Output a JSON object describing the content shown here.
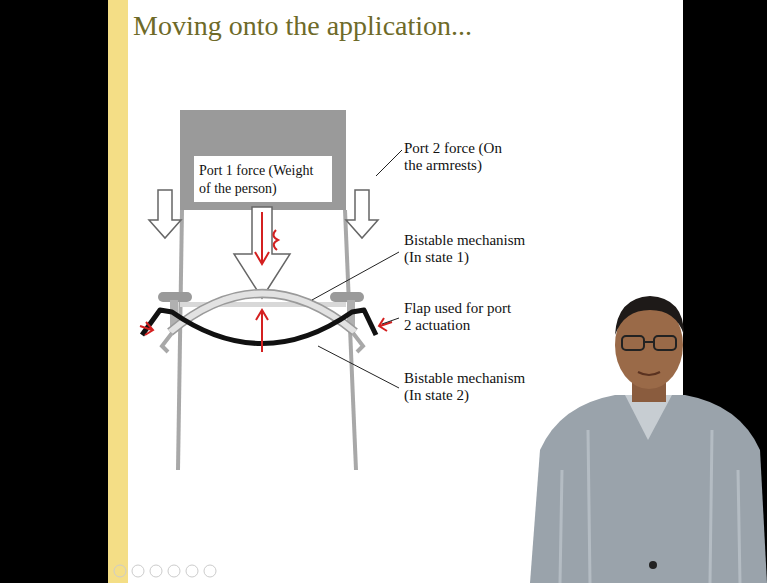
{
  "diagram": {
    "title": "Moving onto the application...",
    "nodes": [
      {
        "text": [
          "Port 1 force (Weight of the person)"
        ]
      }
    ],
    "labels": [
      "Port 2 force (On the armrests)",
      "Bistable mechanism (In state 1)",
      "Flap used for port 2 actuation",
      "Bistable mechanism (In state 2)"
    ]
  }
}
